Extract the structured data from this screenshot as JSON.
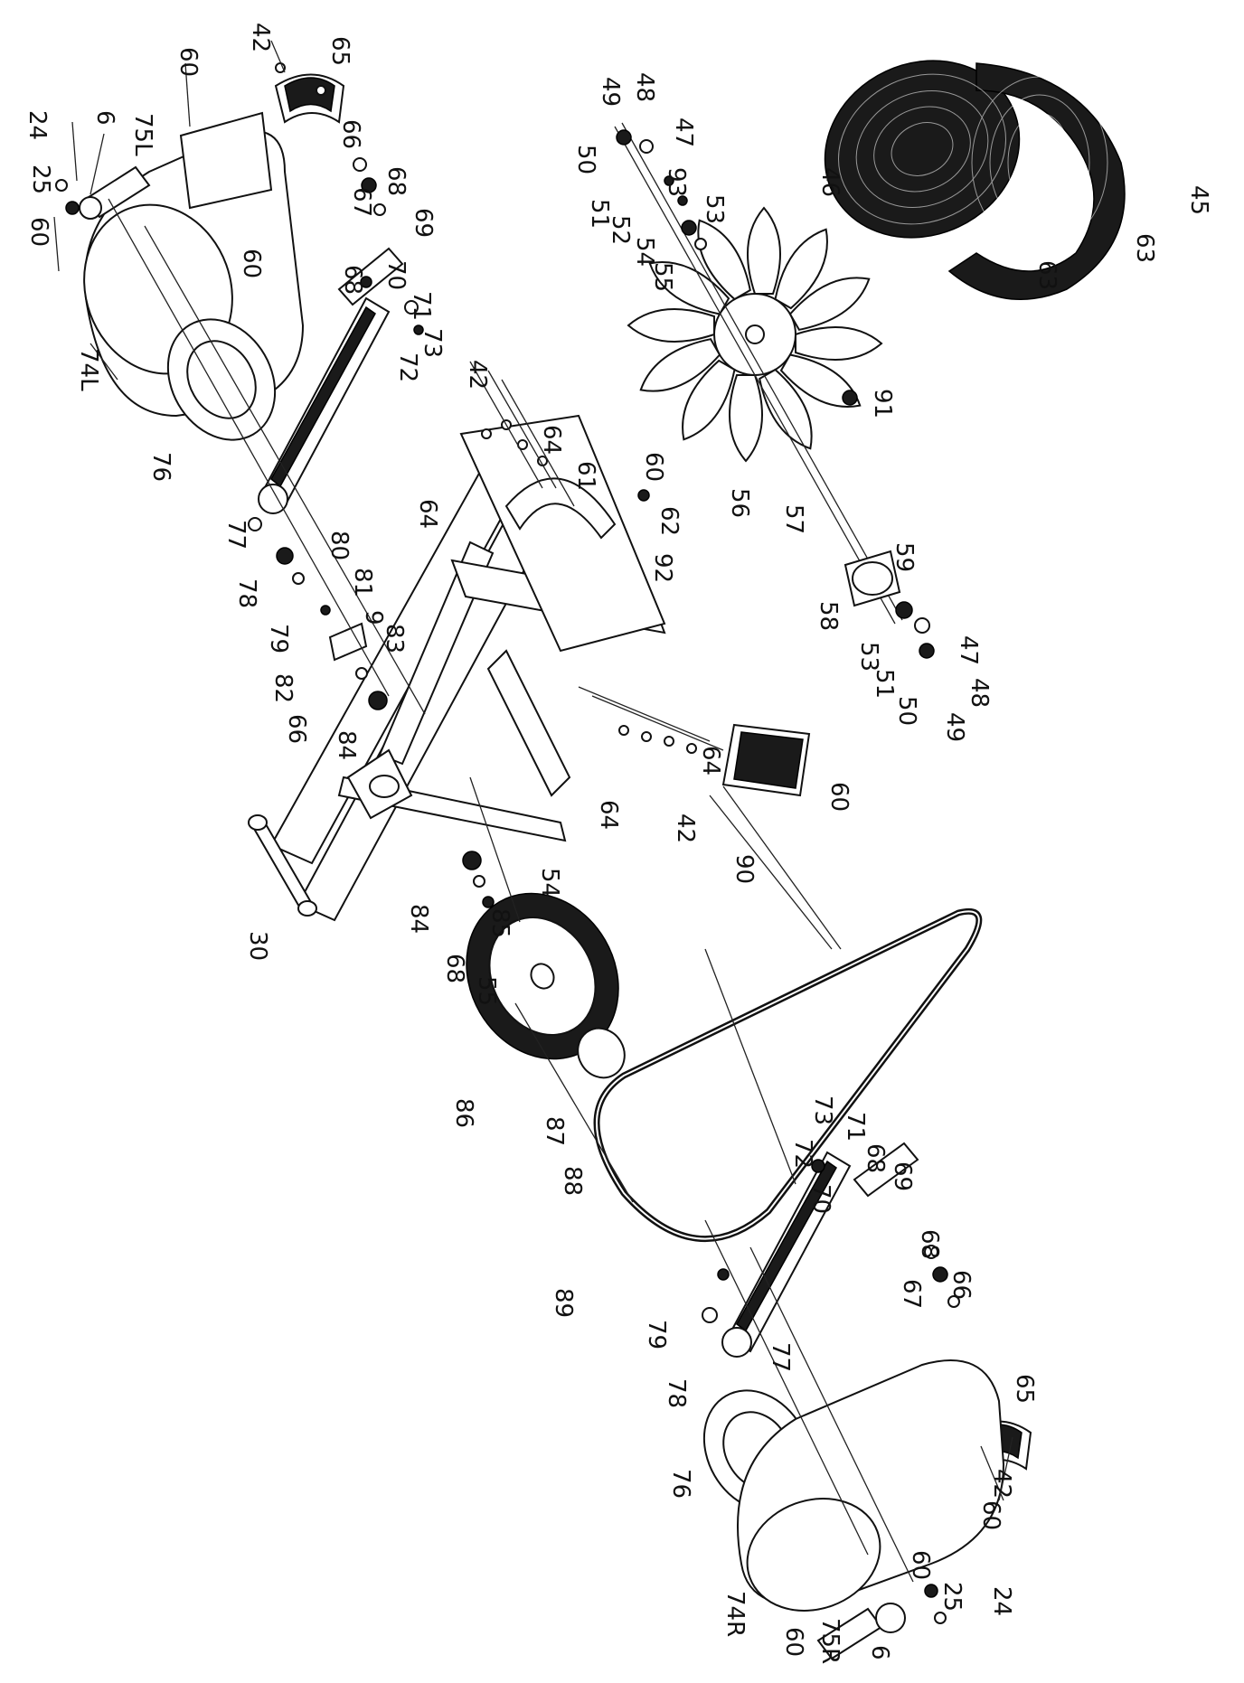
{
  "diagram": {
    "labels": {
      "l42_top": "42",
      "l65_top": "65",
      "l60_top": "60",
      "l24_left": "24",
      "l6_left": "6",
      "l75L": "75L",
      "l25_left": "25",
      "l60_left": "60",
      "l60_left_inner": "60",
      "l66_top": "66",
      "l67_top": "67",
      "l68_top": "68",
      "l69_top": "69",
      "l68_top2": "68",
      "l70_top": "70",
      "l71_top": "71",
      "l72_top": "72",
      "l73_top": "73",
      "l74L": "74L",
      "l76_left": "76",
      "l77_left": "77",
      "l78_left": "78",
      "l79_left": "79",
      "l80": "80",
      "l81": "81",
      "l9": "9",
      "l83": "83",
      "l82": "82",
      "l66_mid": "66",
      "l84_mid": "84",
      "l42_mid": "42",
      "l64_a": "64",
      "l64_b": "64",
      "l60_mid": "60",
      "l61": "61",
      "l62": "62",
      "l92": "92",
      "l49_top": "49",
      "l48_top": "48",
      "l47_top": "47",
      "l50_top": "50",
      "l93": "93",
      "l51_top": "51",
      "l52": "52",
      "l53_top": "53",
      "l54_top": "54",
      "l55_top": "55",
      "l56": "56",
      "l57": "57",
      "l91": "91",
      "l58": "58",
      "l59": "59",
      "l53_mid": "53",
      "l51_mid": "51",
      "l50_mid": "50",
      "l47_mid": "47",
      "l48_mid": "48",
      "l49_mid": "49",
      "l46": "46",
      "l45": "45",
      "l63_a": "63",
      "l63_b": "63",
      "l64_c": "64",
      "l64_d": "64",
      "l42_right": "42",
      "l60_right": "60",
      "l90": "90",
      "l30": "30",
      "l84_low": "84",
      "l85": "85",
      "l68_low": "68",
      "l54_low": "54",
      "l55_low": "55",
      "l86": "86",
      "l87": "87",
      "l88": "88",
      "l89": "89",
      "l73_low": "73",
      "l72_low": "72",
      "l71_low": "71",
      "l69_low": "69",
      "l68_low2": "68",
      "l70_low": "70",
      "l68_low3": "68",
      "l66_low": "66",
      "l67_low": "67",
      "l65_low": "65",
      "l42_low": "42",
      "l79_low": "79",
      "l78_low": "78",
      "l77_low": "77",
      "l76_low": "76",
      "l60_low": "60",
      "l60_low2": "60",
      "l74R": "74R",
      "l25_low": "25",
      "l24_low": "24",
      "l60_low3": "60",
      "l6_low": "6",
      "l75R": "75R"
    }
  }
}
